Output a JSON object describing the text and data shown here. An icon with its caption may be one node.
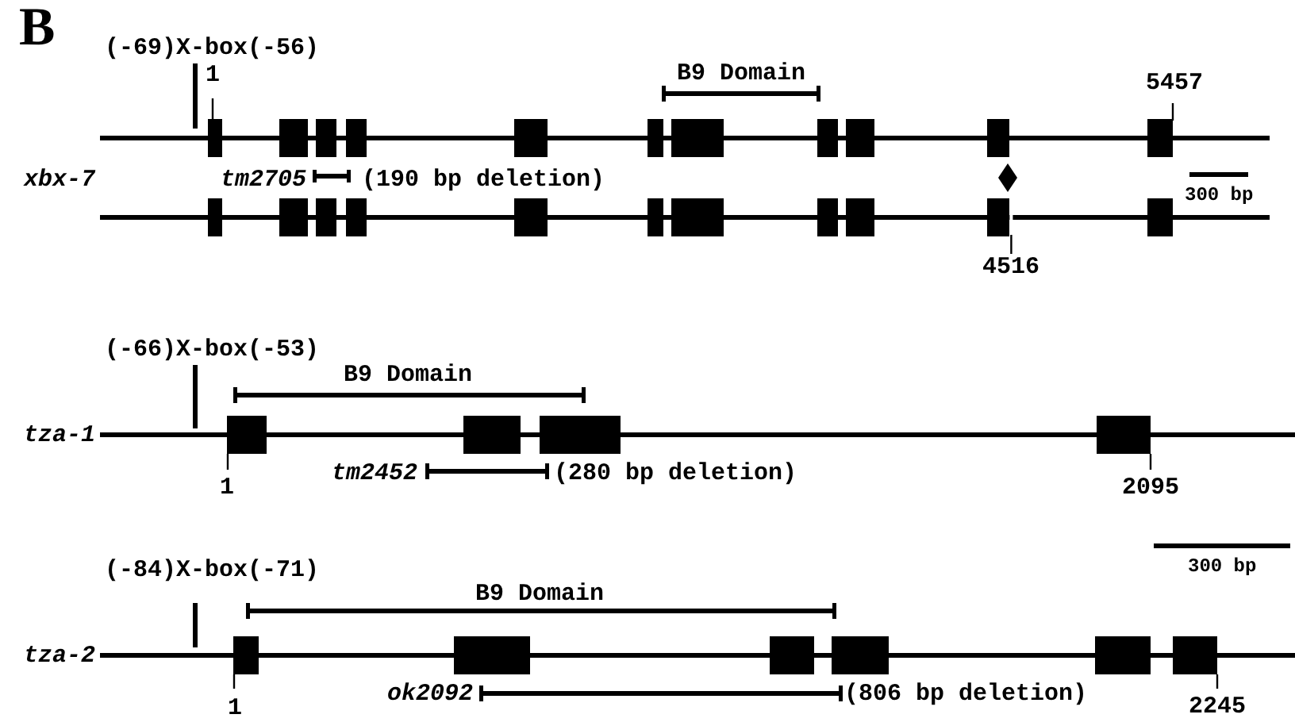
{
  "diagram": {
    "labels": [
      "B",
      "(-69)X-box(-56)",
      "1",
      "B9 Domain",
      "5457",
      "xbx-7",
      "tm2705",
      "(190 bp deletion)",
      "300 bp",
      "4516",
      "(-66)X-box(-53)",
      "B9 Domain",
      "tza-1",
      "1",
      "tm2452",
      "(280 bp deletion)",
      "2095",
      "(-84)X-box(-71)",
      "300 bp",
      "B9 Domain",
      "tza-2",
      "1",
      "ok2092",
      "(806 bp deletion)",
      "2245"
    ]
  }
}
